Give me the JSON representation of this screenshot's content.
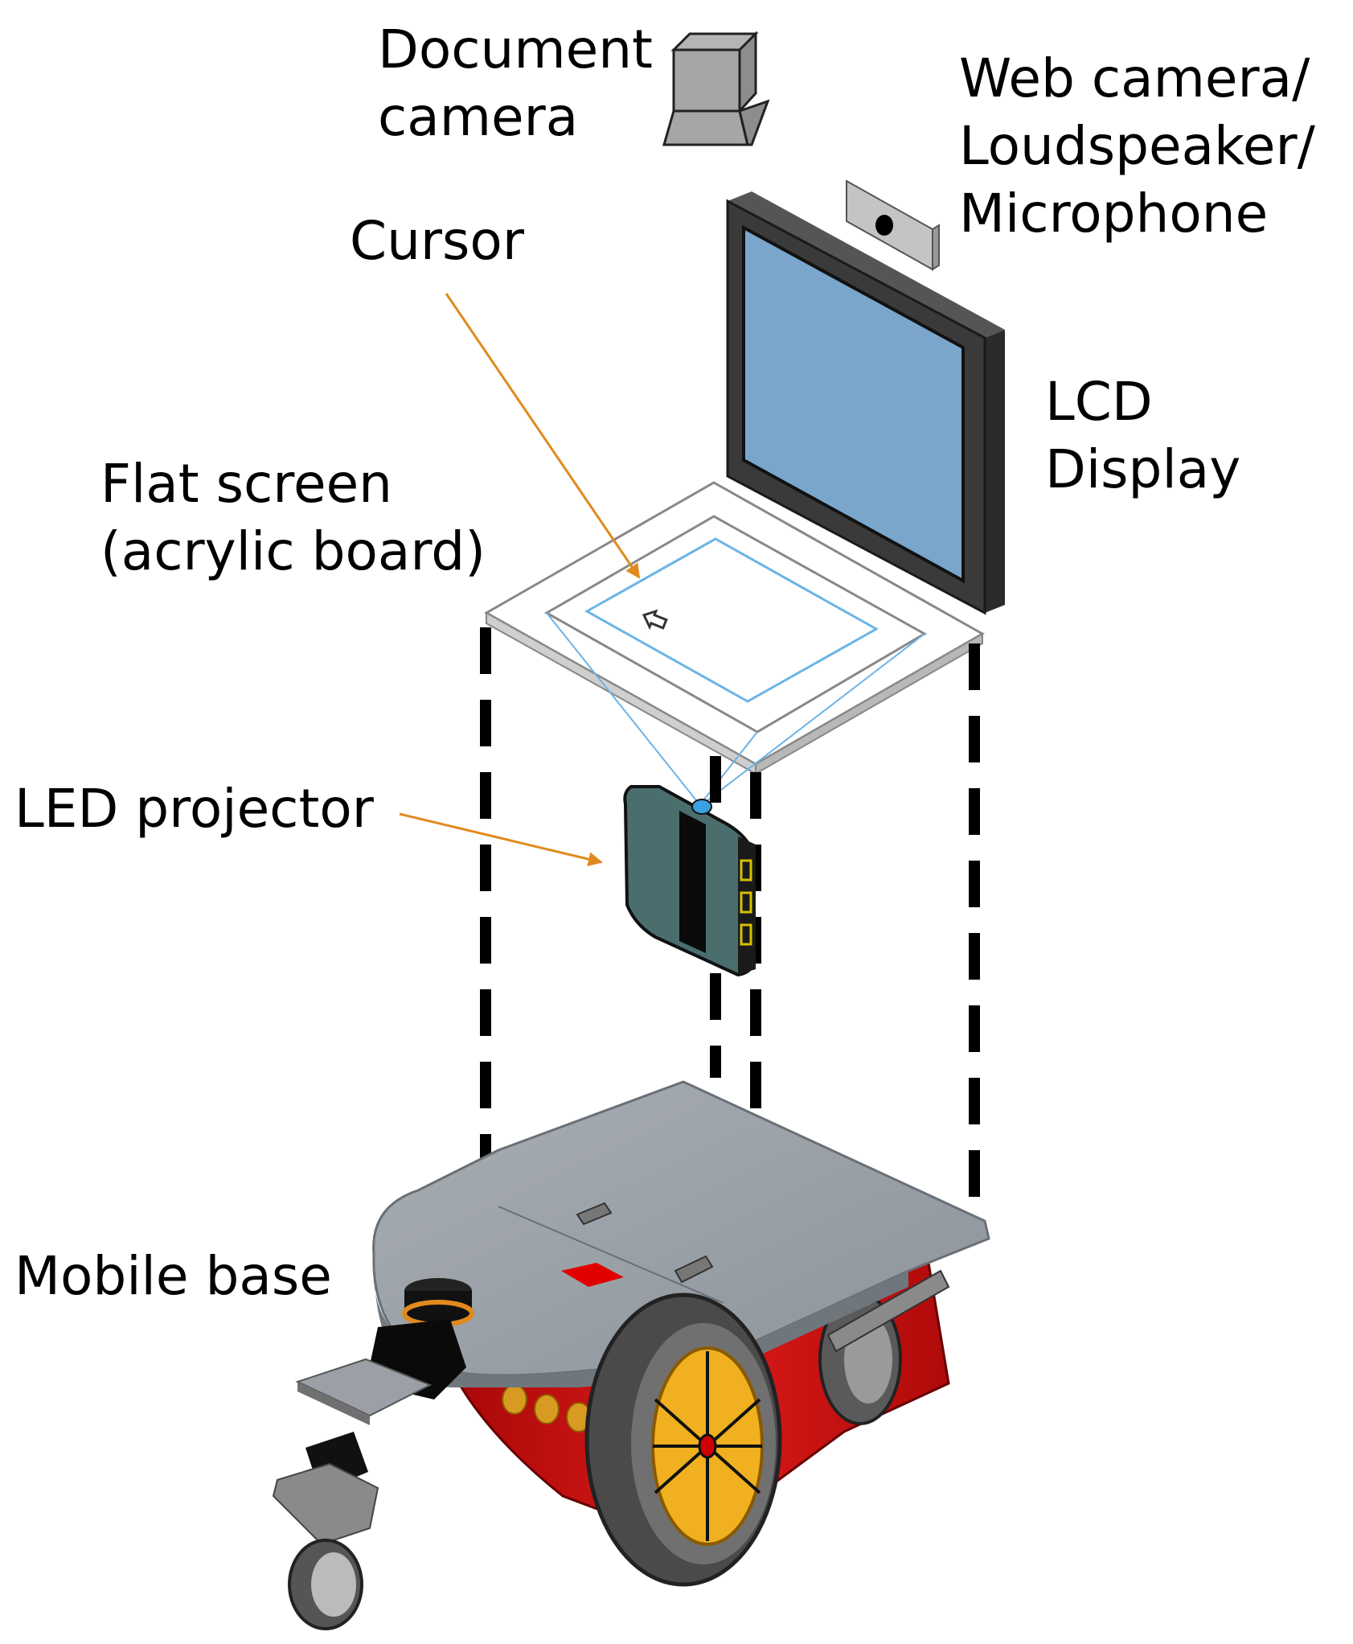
{
  "labels": {
    "document_camera": [
      "Document",
      "camera"
    ],
    "web_camera": [
      "Web camera/",
      "Loudspeaker/",
      "Microphone"
    ],
    "cursor": "Cursor",
    "lcd_display": [
      "LCD",
      "Display"
    ],
    "flat_screen": [
      "Flat screen",
      "(acrylic board)"
    ],
    "led_projector": "LED projector",
    "mobile_base": "Mobile base"
  },
  "colors": {
    "arrow": "#e08a1e",
    "lcd_screen": "#7aa6cb",
    "projection_light": "#6cb4e6",
    "robot_body": "#cc1010",
    "wheel_hub": "#f0b020",
    "base_plate": "#98a0a8",
    "projector": "#4a6e6e"
  },
  "icons": {
    "cursor_icon": "arrow-pointer-icon"
  }
}
